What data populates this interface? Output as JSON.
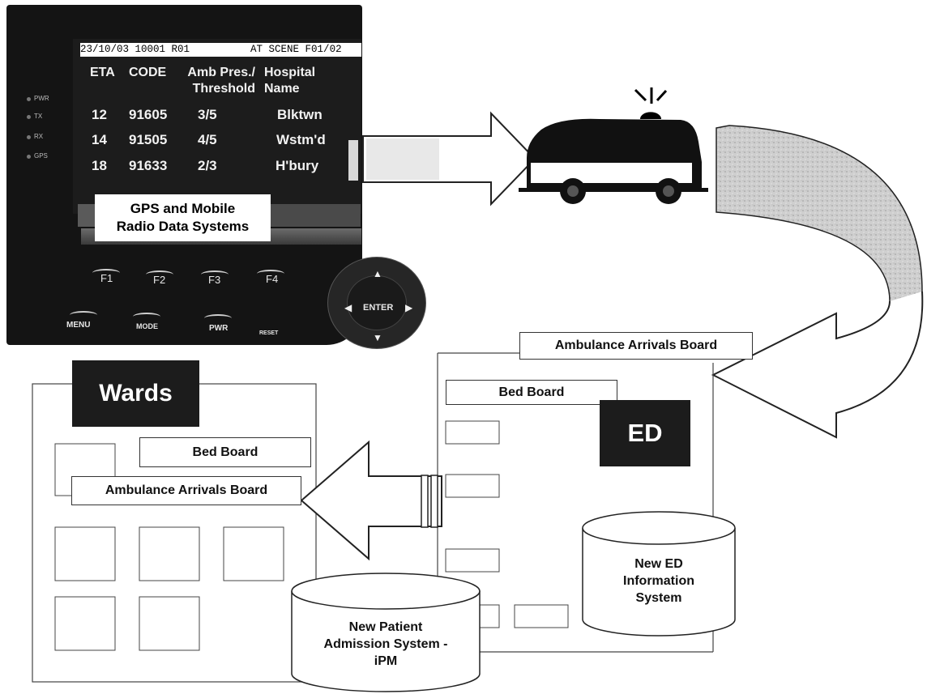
{
  "device": {
    "status_left": "23/10/03 10001 R01",
    "status_right": "AT SCENE F01/02",
    "columns": [
      "ETA",
      "CODE",
      "Amb Pres./\nThreshold",
      "Hospital\nName"
    ],
    "rows": [
      {
        "eta": "12",
        "code": "91605",
        "amb": "3/5",
        "hospital": "Blktwn"
      },
      {
        "eta": "14",
        "code": "91505",
        "amb": "4/5",
        "hospital": "Wstm'd"
      },
      {
        "eta": "18",
        "code": "91633",
        "amb": "2/3",
        "hospital": "H'bury"
      }
    ],
    "leds": [
      "PWR",
      "TX",
      "RX",
      "GPS"
    ],
    "overlay_label": "GPS and Mobile\nRadio Data Systems",
    "fkeys": [
      "F1",
      "F2",
      "F3",
      "F4"
    ],
    "bottom_keys": [
      "MENU",
      "MODE",
      "PWR",
      "RESET"
    ],
    "enter_label": "ENTER",
    "arrows": {
      "up": "▲",
      "down": "▼",
      "left": "◀",
      "right": "▶"
    }
  },
  "ed": {
    "title": "ED",
    "arrivals_board": "Ambulance Arrivals Board",
    "bed_board": "Bed Board",
    "system": "New ED\nInformation\nSystem"
  },
  "wards": {
    "title": "Wards",
    "bed_board": "Bed Board",
    "arrivals_board": "Ambulance Arrivals Board"
  },
  "pas": "New Patient\nAdmission System -\niPM",
  "colors": {
    "device": "#141414",
    "dark_label": "#1c1c1c",
    "line": "#333333",
    "band": "#cfcfcf"
  }
}
